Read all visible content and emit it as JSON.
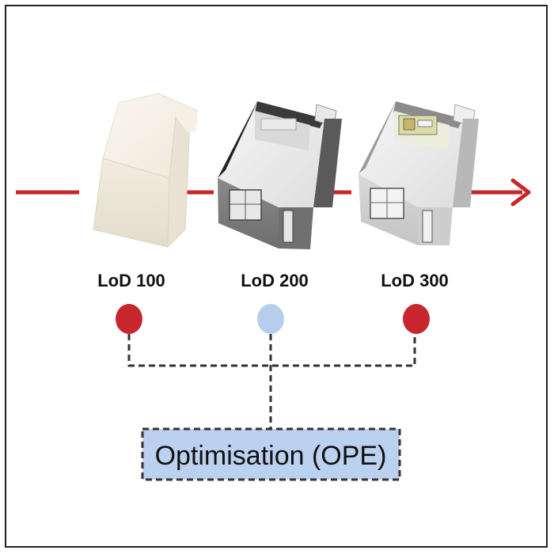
{
  "diagram": {
    "stages": [
      {
        "label": "LoD 100",
        "dot_color": "#c8262d",
        "model": "massing"
      },
      {
        "label": "LoD 200",
        "dot_color": "#b7cdec",
        "model": "generic-room"
      },
      {
        "label": "LoD 300",
        "dot_color": "#c8262d",
        "model": "detailed-room"
      }
    ],
    "optimisation_box": {
      "label": "Optimisation (OPE)",
      "fill": "#bcd0ef"
    },
    "timeline_color": "#c8262d",
    "connector_style": "dashed",
    "arrow_direction": "right"
  }
}
